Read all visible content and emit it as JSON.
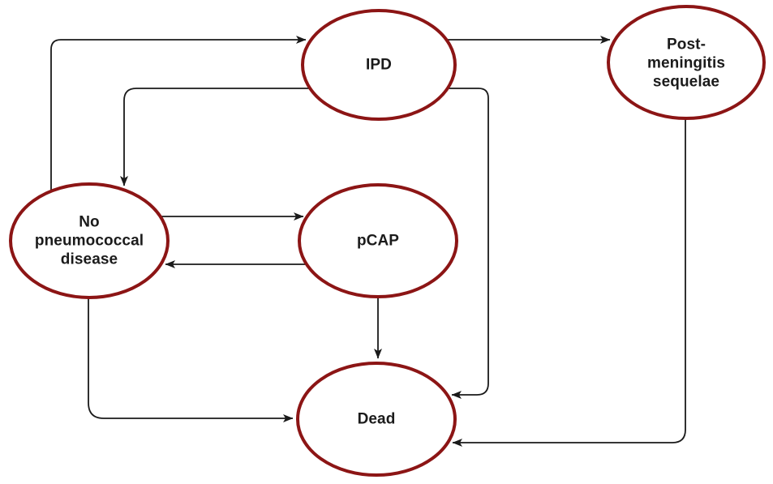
{
  "diagram": {
    "type": "state-transition-diagram",
    "nodes": {
      "ipd": {
        "label": "IPD"
      },
      "post_meningitis": {
        "label": "Post-meningitis\nsequelae"
      },
      "no_disease": {
        "label": "No\npneumococcal\ndisease"
      },
      "pcap": {
        "label": "pCAP"
      },
      "dead": {
        "label": "Dead"
      }
    },
    "edges": [
      {
        "from": "No pneumococcal disease",
        "to": "IPD"
      },
      {
        "from": "IPD",
        "to": "No pneumococcal disease"
      },
      {
        "from": "IPD",
        "to": "Post-meningitis sequelae"
      },
      {
        "from": "No pneumococcal disease",
        "to": "pCAP"
      },
      {
        "from": "pCAP",
        "to": "No pneumococcal disease"
      },
      {
        "from": "pCAP",
        "to": "Dead"
      },
      {
        "from": "IPD",
        "to": "Dead"
      },
      {
        "from": "Post-meningitis sequelae",
        "to": "Dead"
      },
      {
        "from": "No pneumococcal disease",
        "to": "Dead"
      }
    ]
  },
  "colors": {
    "node_border": "#8C1515",
    "line": "#1A1A1A",
    "text": "#1B1B1B",
    "background": "#FFFFFF"
  }
}
